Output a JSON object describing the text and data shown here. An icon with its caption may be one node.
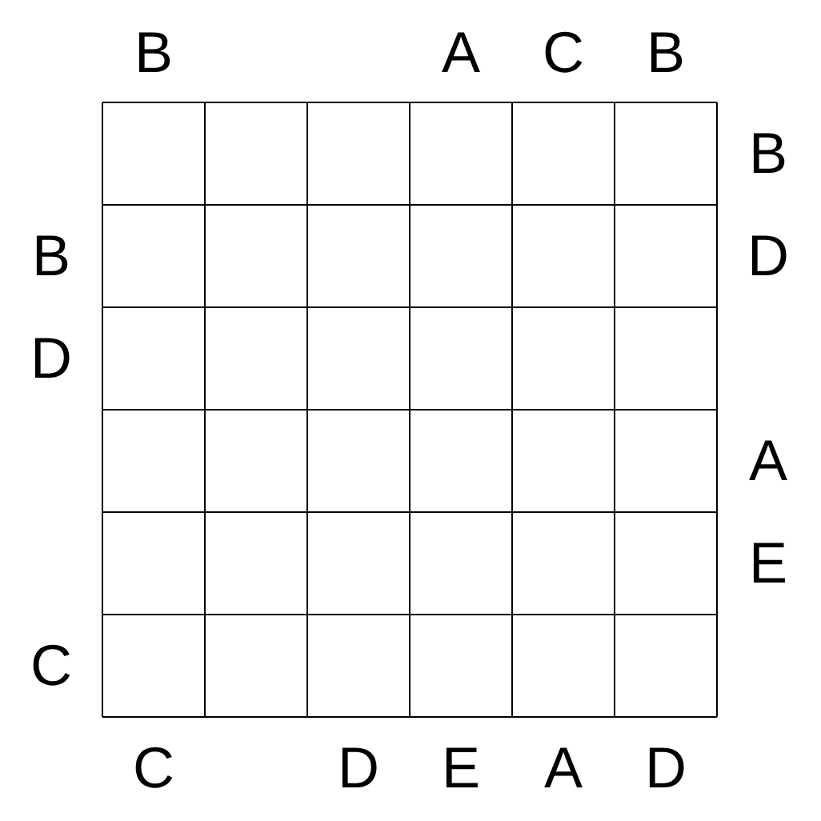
{
  "diagram": {
    "labels": [
      "B",
      "A",
      "C",
      "B",
      "B",
      "B",
      "D",
      "D",
      "A",
      "E",
      "C",
      "C",
      "D",
      "E",
      "A",
      "D"
    ]
  }
}
